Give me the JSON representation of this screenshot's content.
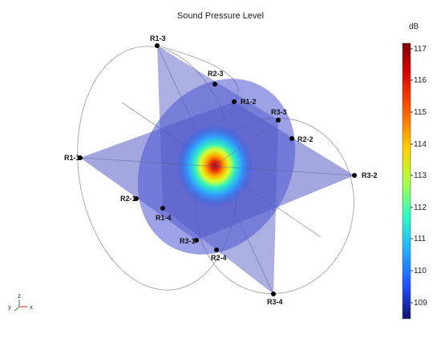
{
  "title": "Sound Pressure Level",
  "colorbar": {
    "unit": "dB",
    "min": 108.5,
    "max": 117.4,
    "ticks": [
      "117",
      "116",
      "115",
      "114",
      "113",
      "112",
      "111",
      "110",
      "109"
    ]
  },
  "points": [
    "R1-1",
    "R1-2",
    "R1-3",
    "R1-4",
    "R2-1",
    "R2-2",
    "R2-3",
    "R2-4",
    "R3-1",
    "R3-2",
    "R3-3",
    "R3-4"
  ],
  "axes": {
    "x": "x",
    "y": "y",
    "z": "z"
  },
  "colors": {
    "plane": "#5a5fc4",
    "hot": "#b8001a",
    "outline": "#999999"
  }
}
